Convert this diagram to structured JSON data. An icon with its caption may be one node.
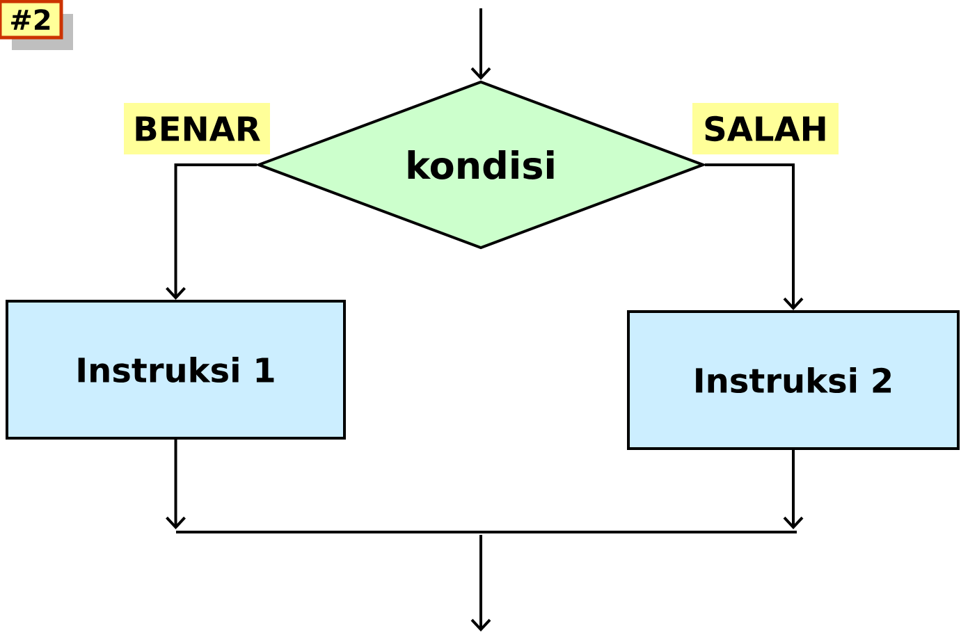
{
  "diagram": {
    "nodes": [
      {
        "text": [
          "#2"
        ]
      },
      {
        "text": [
          "kondisi"
        ]
      },
      {
        "text": [
          "Instruksi 1"
        ]
      },
      {
        "text": [
          "Instruksi 2"
        ]
      },
      {
        "text": [],
        "shape": "bar"
      }
    ],
    "edges": [
      {
        "from": null,
        "to": 1,
        "arrow": "to"
      },
      {
        "from": 1,
        "to": 2,
        "arrow": "to",
        "label": "BENAR"
      },
      {
        "from": 1,
        "to": 3,
        "arrow": "to",
        "label": "SALAH"
      },
      {
        "from": 2,
        "to": 4,
        "arrow": "to"
      },
      {
        "from": 3,
        "to": 4,
        "arrow": "to"
      },
      {
        "from": 4,
        "to": null,
        "arrow": "to"
      }
    ]
  }
}
